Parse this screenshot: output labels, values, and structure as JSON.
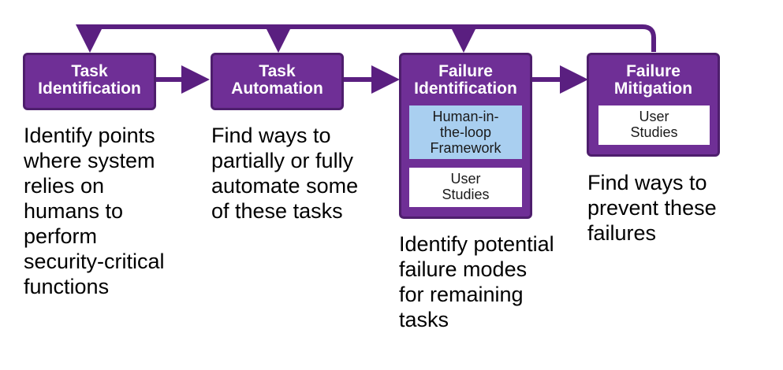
{
  "colors": {
    "stage_fill": "#6f2f96",
    "stage_border": "#4e1e6d",
    "arrow": "#5a1f80",
    "highlight_box": "#a9cff0",
    "text": "#000000"
  },
  "stages": [
    {
      "title": "Task\nIdentification",
      "description": "Identify points\nwhere system\nrelies on\nhumans to\nperform\nsecurity-critical\nfunctions",
      "sub_boxes": []
    },
    {
      "title": "Task\nAutomation",
      "description": "Find ways to\npartially or fully\nautomate some\nof these tasks",
      "sub_boxes": []
    },
    {
      "title": "Failure\nIdentification",
      "description": "Identify potential\nfailure modes\nfor remaining\ntasks",
      "sub_boxes": [
        "Human-in-\nthe-loop\nFramework",
        "User\nStudies"
      ]
    },
    {
      "title": "Failure\nMitigation",
      "description": "Find ways to\nprevent these\nfailures",
      "sub_boxes": [
        "User\nStudies"
      ]
    }
  ],
  "connectors": [
    {
      "from": "Task Identification",
      "to": "Task Automation"
    },
    {
      "from": "Task Automation",
      "to": "Failure Identification"
    },
    {
      "from": "Failure Identification",
      "to": "Failure Mitigation"
    },
    {
      "from": "Failure Mitigation",
      "to": "Task Identification"
    },
    {
      "from": "Failure Mitigation",
      "to": "Task Automation"
    },
    {
      "from": "Failure Mitigation",
      "to": "Failure Identification"
    }
  ]
}
